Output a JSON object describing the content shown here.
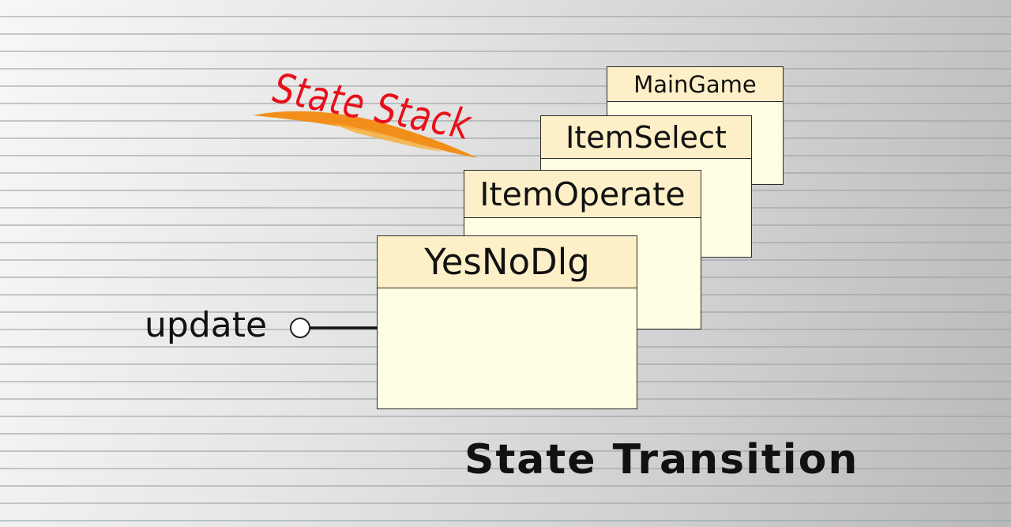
{
  "banner": {
    "text": "State Stack",
    "text_color": "#e8101a",
    "brush_color": "#f28a10"
  },
  "stack": [
    {
      "label": "MainGame"
    },
    {
      "label": "ItemSelect"
    },
    {
      "label": "ItemOperate"
    },
    {
      "label": "YesNoDlg"
    }
  ],
  "update": {
    "label": "update"
  },
  "title": "State Transition",
  "colors": {
    "box_fill": "#fffde2",
    "header_fill": "#fdf0c8",
    "outline": "#2a2a2a"
  }
}
